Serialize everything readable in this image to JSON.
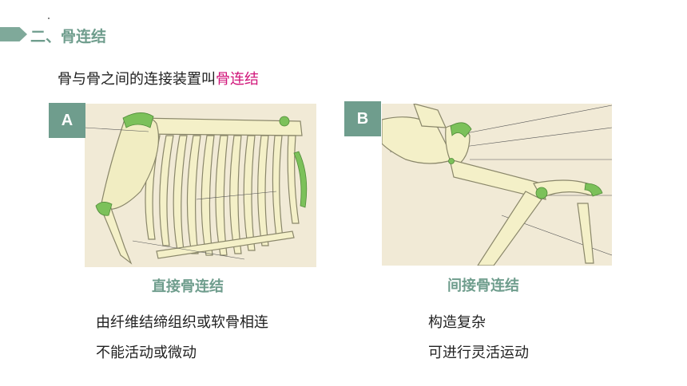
{
  "section": {
    "title": "二、骨连结"
  },
  "intro": {
    "text": "骨与骨之间的连接装置叫",
    "highlight": "骨连结"
  },
  "panel_a": {
    "badge": "A",
    "caption": "直接骨连结",
    "lines": [
      "由纤维结缔组织或软骨相连",
      "不能活动或微动"
    ]
  },
  "panel_b": {
    "badge": "B",
    "caption": "间接骨连结",
    "lines": [
      "构造复杂",
      "可进行灵活运动"
    ]
  },
  "colors": {
    "accent": "#6f9d8d",
    "highlight": "#d1157a",
    "bone": "#f4f0c8",
    "cartilage": "#7cc15a"
  }
}
